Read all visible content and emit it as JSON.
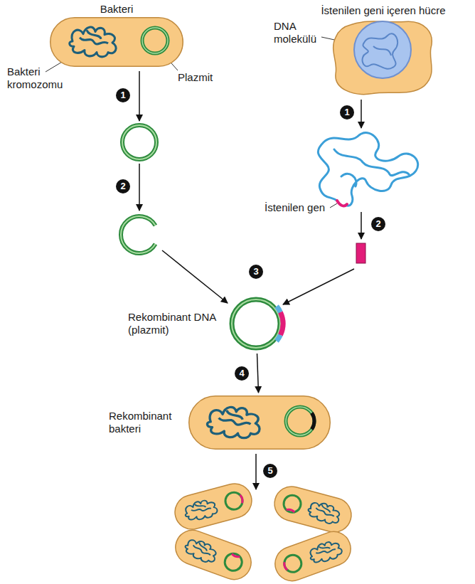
{
  "diagram": {
    "nodes": [
      {
        "text": [
          "Bakteri"
        ]
      },
      {
        "text": [
          "İstenilen geni içeren hücre"
        ]
      },
      {
        "text": [
          "Rekombinant DNA (plazmit)"
        ]
      },
      {
        "text": [
          "Rekombinant bakteri"
        ]
      }
    ],
    "edges": [
      {
        "from": 2,
        "to": 3,
        "arrow": "to"
      }
    ],
    "labels": [
      "Bakteri kromozomu",
      "Plazmit",
      "DNA molekülü",
      "İstenilen gen",
      "1",
      "2",
      "1",
      "2",
      "3",
      "4",
      "5"
    ]
  }
}
